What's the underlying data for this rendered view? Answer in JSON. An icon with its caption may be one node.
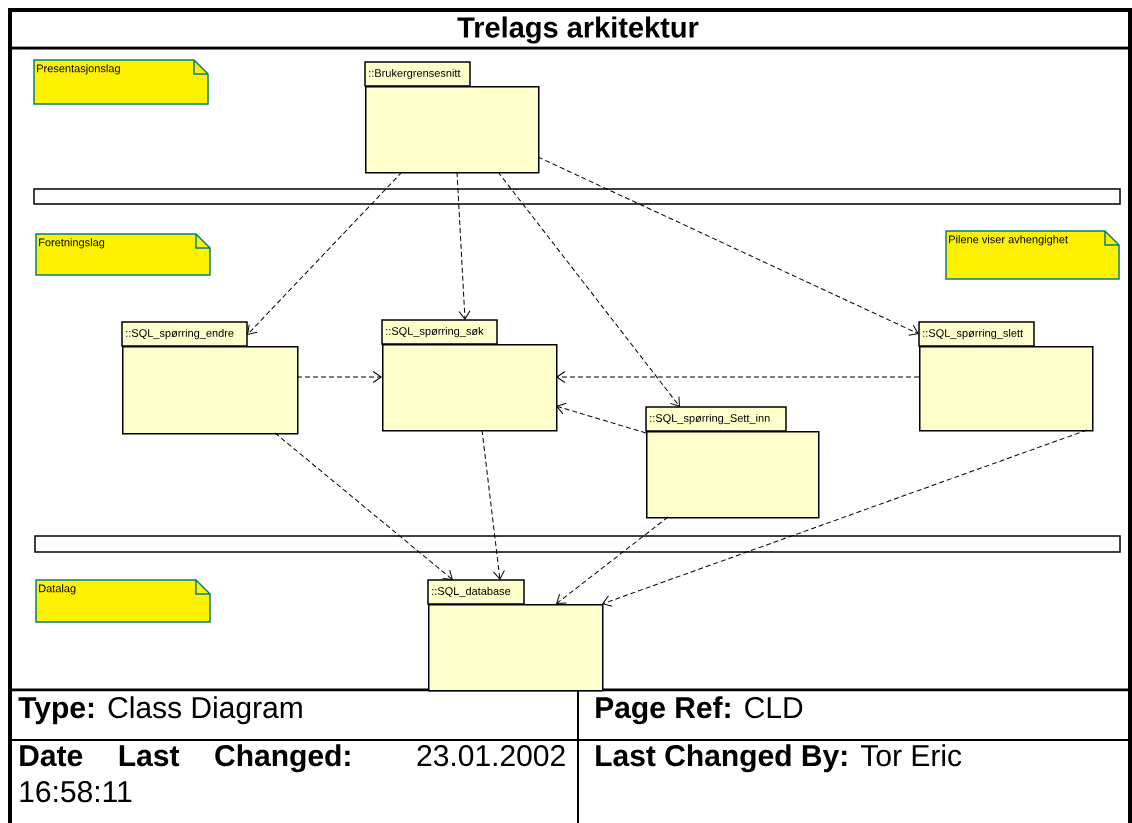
{
  "diagram": {
    "title": "Trelags arkitektur",
    "nodes": [
      {
        "text": [
          "Presentasjonslag"
        ]
      },
      {
        "text": [
          "::Brukergrensesnitt"
        ]
      },
      {
        "text": [
          "Foretningslag"
        ]
      },
      {
        "text": [
          "Pilene viser avhengighet"
        ]
      },
      {
        "text": [
          "::SQL_spørring_endre"
        ]
      },
      {
        "text": [
          "::SQL_spørring_søk"
        ]
      },
      {
        "text": [
          "::SQL_spørring_slett"
        ]
      },
      {
        "text": [
          "::SQL_spørring_Sett_inn"
        ]
      },
      {
        "text": [
          "Datalag"
        ]
      },
      {
        "text": [
          "::SQL_database"
        ]
      }
    ],
    "edges": [
      {
        "from": 1,
        "to": 4,
        "arrow": "to"
      },
      {
        "from": 1,
        "to": 5,
        "arrow": "to"
      },
      {
        "from": 1,
        "to": 7,
        "arrow": "to"
      },
      {
        "from": 1,
        "to": 6,
        "arrow": "to"
      },
      {
        "from": 4,
        "to": 5,
        "arrow": "to"
      },
      {
        "from": 6,
        "to": 5,
        "arrow": "to"
      },
      {
        "from": 7,
        "to": 5,
        "arrow": "to"
      },
      {
        "from": 4,
        "to": 9,
        "arrow": "to"
      },
      {
        "from": 5,
        "to": 9,
        "arrow": "to"
      },
      {
        "from": 7,
        "to": 9,
        "arrow": "to"
      },
      {
        "from": 6,
        "to": 9,
        "arrow": "to"
      }
    ],
    "labels": [
      "**Type:** Class Diagram",
      "**Page Ref:** CLD",
      "**Date Last Changed:** 23.01.2002 16:58:11",
      "**Last Changed By:** Tor Eric"
    ]
  }
}
